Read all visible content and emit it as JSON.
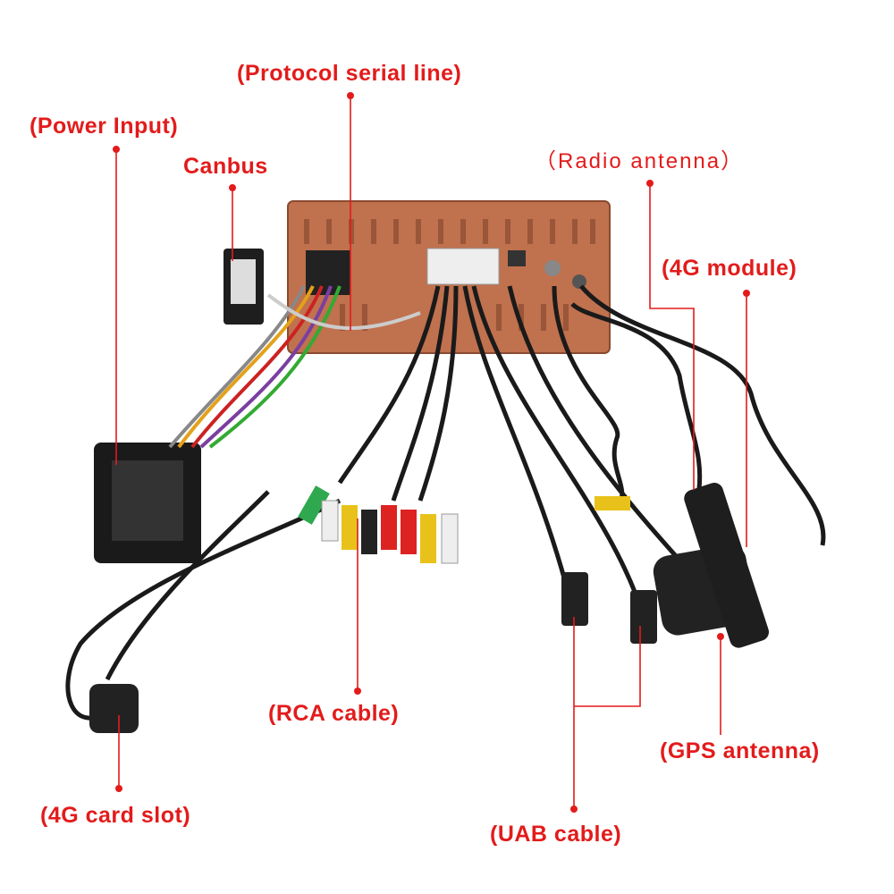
{
  "labels": {
    "protocol_serial_line": "(Protocol serial line)",
    "power_input": "(Power Input)",
    "canbus": "Canbus",
    "radio_antenna": "（Radio antenna）",
    "module_4g": "(4G module)",
    "rca_cable": "(RCA cable)",
    "card_slot_4g": "(4G card slot)",
    "uab_cable": "(UAB cable)",
    "gps_antenna": "(GPS antenna)"
  },
  "colors": {
    "label": "#e31b1b",
    "unit_body": "#c0714e",
    "cable": "#1a1a1a"
  }
}
